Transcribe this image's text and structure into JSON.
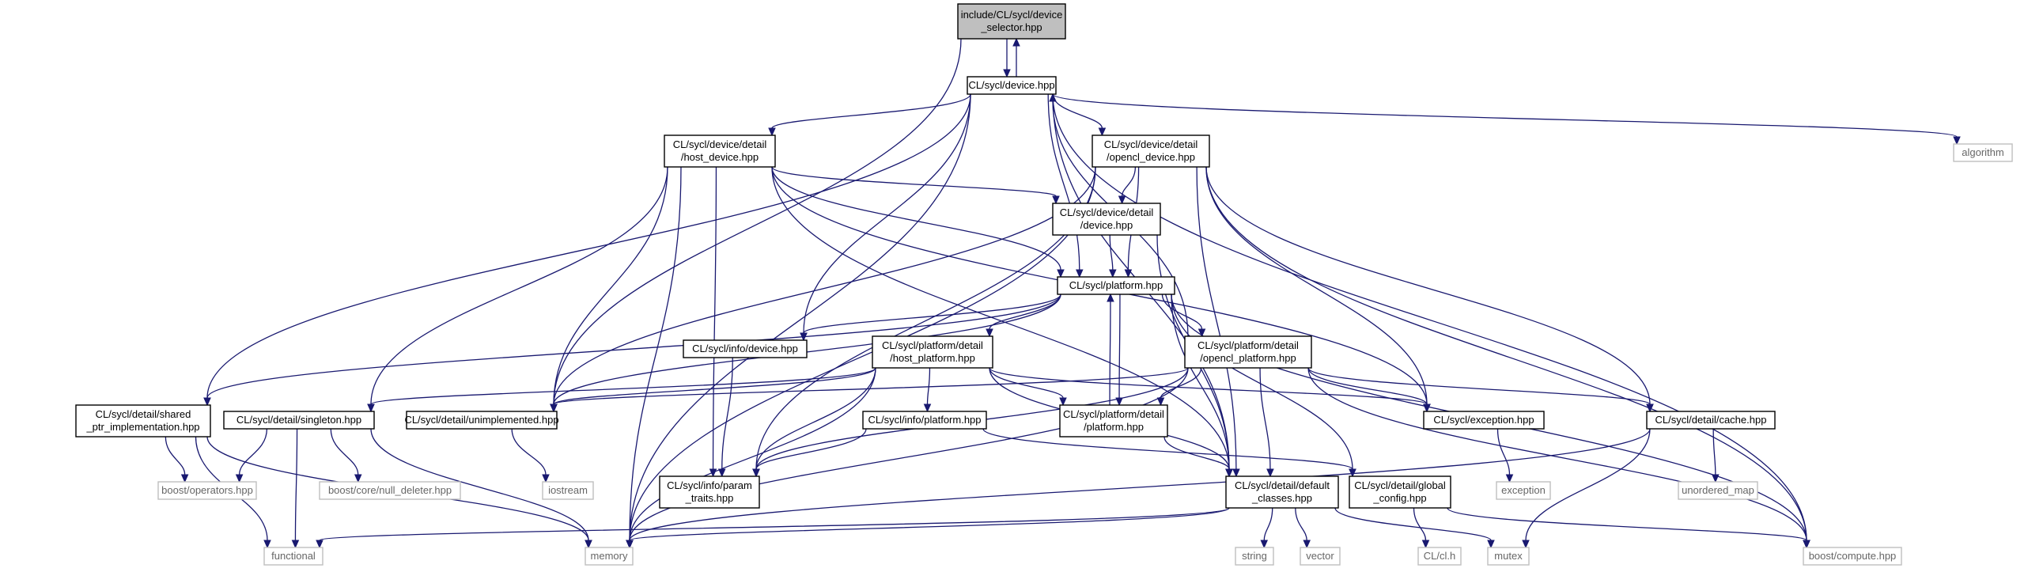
{
  "nodes": [
    {
      "id": "n0",
      "kind": "root",
      "lines": [
        "include/CL/sycl/device",
        "_selector.hpp"
      ]
    },
    {
      "id": "n1",
      "kind": "file",
      "lines": [
        "CL/sycl/device.hpp"
      ]
    },
    {
      "id": "n2",
      "kind": "file",
      "lines": [
        "CL/sycl/device/detail",
        "/host_device.hpp"
      ]
    },
    {
      "id": "n3",
      "kind": "file",
      "lines": [
        "CL/sycl/device/detail",
        "/opencl_device.hpp"
      ]
    },
    {
      "id": "n4",
      "kind": "file",
      "lines": [
        "CL/sycl/device/detail",
        "/device.hpp"
      ]
    },
    {
      "id": "n5",
      "kind": "file",
      "lines": [
        "CL/sycl/platform.hpp"
      ]
    },
    {
      "id": "n6",
      "kind": "file",
      "lines": [
        "CL/sycl/info/device.hpp"
      ]
    },
    {
      "id": "n7",
      "kind": "file",
      "lines": [
        "CL/sycl/platform/detail",
        "/host_platform.hpp"
      ]
    },
    {
      "id": "n8",
      "kind": "file",
      "lines": [
        "CL/sycl/platform/detail",
        "/opencl_platform.hpp"
      ]
    },
    {
      "id": "n9",
      "kind": "file",
      "lines": [
        "CL/sycl/detail/shared",
        "_ptr_implementation.hpp"
      ]
    },
    {
      "id": "n10",
      "kind": "file",
      "lines": [
        "CL/sycl/detail/singleton.hpp"
      ]
    },
    {
      "id": "n11",
      "kind": "file",
      "lines": [
        "CL/sycl/detail/unimplemented.hpp"
      ]
    },
    {
      "id": "n12",
      "kind": "file",
      "lines": [
        "CL/sycl/info/platform.hpp"
      ]
    },
    {
      "id": "n13",
      "kind": "file",
      "lines": [
        "CL/sycl/platform/detail",
        "/platform.hpp"
      ]
    },
    {
      "id": "n14",
      "kind": "file",
      "lines": [
        "CL/sycl/exception.hpp"
      ]
    },
    {
      "id": "n15",
      "kind": "file",
      "lines": [
        "CL/sycl/detail/cache.hpp"
      ]
    },
    {
      "id": "n16",
      "kind": "file",
      "lines": [
        "CL/sycl/info/param",
        "_traits.hpp"
      ]
    },
    {
      "id": "n17",
      "kind": "file",
      "lines": [
        "CL/sycl/detail/default",
        "_classes.hpp"
      ]
    },
    {
      "id": "n18",
      "kind": "file",
      "lines": [
        "CL/sycl/detail/global",
        "_config.hpp"
      ]
    },
    {
      "id": "n19",
      "kind": "ext",
      "lines": [
        "algorithm"
      ]
    },
    {
      "id": "n20",
      "kind": "ext",
      "lines": [
        "boost/operators.hpp"
      ]
    },
    {
      "id": "n21",
      "kind": "ext",
      "lines": [
        "boost/core/null_deleter.hpp"
      ]
    },
    {
      "id": "n22",
      "kind": "ext",
      "lines": [
        "iostream"
      ]
    },
    {
      "id": "n23",
      "kind": "ext",
      "lines": [
        "exception"
      ]
    },
    {
      "id": "n24",
      "kind": "ext",
      "lines": [
        "unordered_map"
      ]
    },
    {
      "id": "n25",
      "kind": "ext",
      "lines": [
        "functional"
      ]
    },
    {
      "id": "n26",
      "kind": "ext",
      "lines": [
        "memory"
      ]
    },
    {
      "id": "n27",
      "kind": "ext",
      "lines": [
        "string"
      ]
    },
    {
      "id": "n28",
      "kind": "ext",
      "lines": [
        "vector"
      ]
    },
    {
      "id": "n29",
      "kind": "ext",
      "lines": [
        "CL/cl.h"
      ]
    },
    {
      "id": "n30",
      "kind": "ext",
      "lines": [
        "mutex"
      ]
    },
    {
      "id": "n31",
      "kind": "ext",
      "lines": [
        "boost/compute.hpp"
      ]
    }
  ],
  "edges": [
    [
      "n0",
      "n1"
    ],
    [
      "n0",
      "n11"
    ],
    [
      "n1",
      "n0"
    ],
    [
      "n1",
      "n2"
    ],
    [
      "n1",
      "n3"
    ],
    [
      "n1",
      "n5"
    ],
    [
      "n1",
      "n6"
    ],
    [
      "n1",
      "n9"
    ],
    [
      "n1",
      "n17"
    ],
    [
      "n1",
      "n19"
    ],
    [
      "n1",
      "n26"
    ],
    [
      "n1",
      "n31"
    ],
    [
      "n2",
      "n4"
    ],
    [
      "n2",
      "n5"
    ],
    [
      "n2",
      "n10"
    ],
    [
      "n2",
      "n11"
    ],
    [
      "n2",
      "n14"
    ],
    [
      "n2",
      "n16"
    ],
    [
      "n2",
      "n17"
    ],
    [
      "n2",
      "n26"
    ],
    [
      "n3",
      "n4"
    ],
    [
      "n3",
      "n5"
    ],
    [
      "n3",
      "n11"
    ],
    [
      "n3",
      "n14"
    ],
    [
      "n3",
      "n15"
    ],
    [
      "n3",
      "n16"
    ],
    [
      "n3",
      "n17"
    ],
    [
      "n3",
      "n26"
    ],
    [
      "n3",
      "n31"
    ],
    [
      "n4",
      "n5"
    ],
    [
      "n4",
      "n17"
    ],
    [
      "n5",
      "n6"
    ],
    [
      "n5",
      "n7"
    ],
    [
      "n5",
      "n8"
    ],
    [
      "n5",
      "n9"
    ],
    [
      "n5",
      "n11"
    ],
    [
      "n5",
      "n13"
    ],
    [
      "n5",
      "n17"
    ],
    [
      "n5",
      "n18"
    ],
    [
      "n5",
      "n31"
    ],
    [
      "n6",
      "n16"
    ],
    [
      "n7",
      "n10"
    ],
    [
      "n7",
      "n11"
    ],
    [
      "n7",
      "n12"
    ],
    [
      "n7",
      "n13"
    ],
    [
      "n7",
      "n14"
    ],
    [
      "n7",
      "n16"
    ],
    [
      "n7",
      "n17"
    ],
    [
      "n7",
      "n26"
    ],
    [
      "n8",
      "n1"
    ],
    [
      "n8",
      "n11"
    ],
    [
      "n8",
      "n13"
    ],
    [
      "n8",
      "n14"
    ],
    [
      "n8",
      "n15"
    ],
    [
      "n8",
      "n16"
    ],
    [
      "n8",
      "n17"
    ],
    [
      "n8",
      "n26"
    ],
    [
      "n8",
      "n31"
    ],
    [
      "n9",
      "n20"
    ],
    [
      "n9",
      "n25"
    ],
    [
      "n9",
      "n26"
    ],
    [
      "n10",
      "n20"
    ],
    [
      "n10",
      "n21"
    ],
    [
      "n10",
      "n25"
    ],
    [
      "n10",
      "n26"
    ],
    [
      "n11",
      "n22"
    ],
    [
      "n12",
      "n16"
    ],
    [
      "n12",
      "n18"
    ],
    [
      "n13",
      "n5"
    ],
    [
      "n13",
      "n17"
    ],
    [
      "n14",
      "n23"
    ],
    [
      "n15",
      "n24"
    ],
    [
      "n15",
      "n26"
    ],
    [
      "n15",
      "n30"
    ],
    [
      "n17",
      "n25"
    ],
    [
      "n17",
      "n26"
    ],
    [
      "n17",
      "n27"
    ],
    [
      "n17",
      "n28"
    ],
    [
      "n17",
      "n30"
    ],
    [
      "n18",
      "n29"
    ],
    [
      "n18",
      "n31"
    ]
  ]
}
